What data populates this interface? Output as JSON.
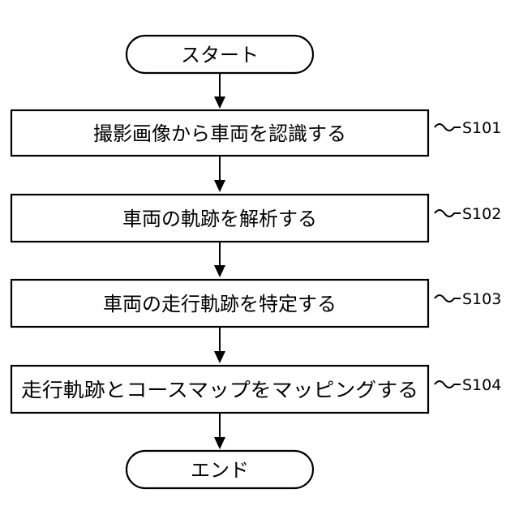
{
  "flowchart": {
    "start": {
      "label": "スタート"
    },
    "end": {
      "label": "エンド"
    },
    "steps": [
      {
        "id": "S101",
        "label": "撮影画像から車両を認識する"
      },
      {
        "id": "S102",
        "label": "車両の軌跡を解析する"
      },
      {
        "id": "S103",
        "label": "車両の走行軌跡を特定する"
      },
      {
        "id": "S104",
        "label": "走行軌跡とコースマップをマッピングする"
      }
    ]
  }
}
